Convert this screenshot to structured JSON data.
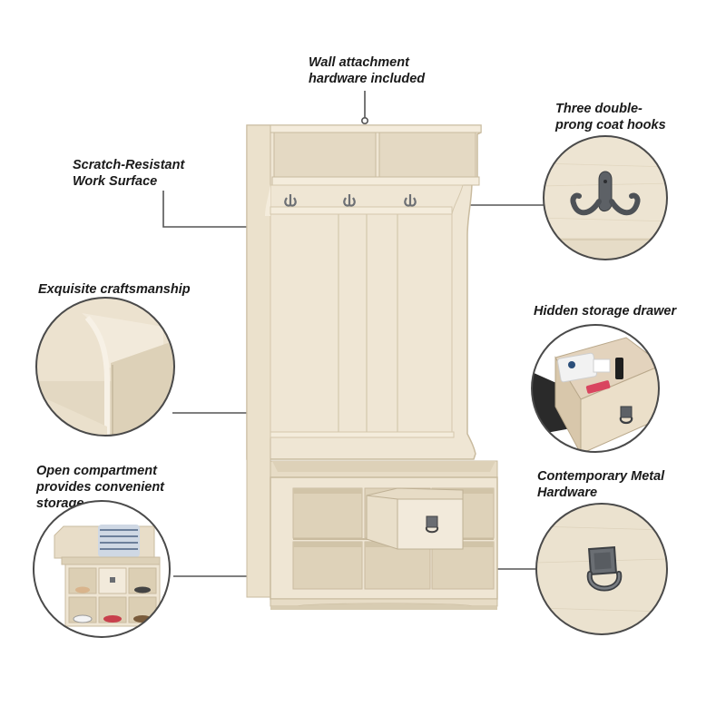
{
  "callouts": {
    "wall": "Wall attachment\nhardware included",
    "hooks": "Three double-\nprong coat hooks",
    "scratch": "Scratch-Resistant\nWork Surface",
    "craft": "Exquisite craftsmanship",
    "drawer": "Hidden storage drawer",
    "compartment": "Open compartment\nprovides convenient\nstorage",
    "hardware": "Contemporary Metal\nHardware"
  },
  "colors": {
    "wood": "#efe6d4",
    "wood_dark": "#d9cdb5",
    "wood_shadow": "#c9bb9f",
    "metal": "#5d6166",
    "leader": "#555555",
    "circle_border": "#4a4a4a"
  }
}
